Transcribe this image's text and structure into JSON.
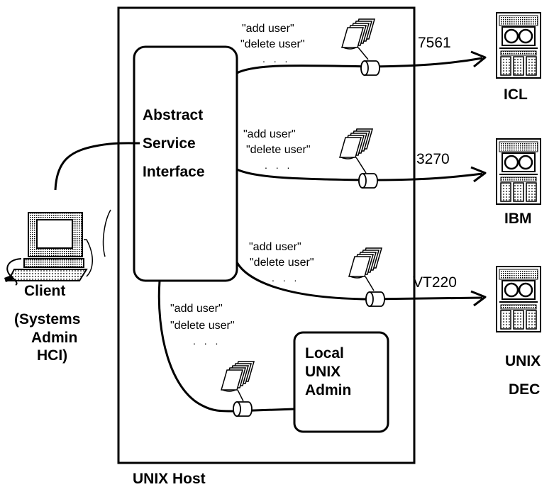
{
  "host": {
    "label": "UNIX Host"
  },
  "service_interface": {
    "line1": "Abstract",
    "line2": "Service",
    "line3": "Interface"
  },
  "client": {
    "line1": "Client",
    "line2": "(Systems",
    "line3": "Admin",
    "line4": "HCI)"
  },
  "local_admin": {
    "line1": "Local",
    "line2": "UNIX",
    "line3": "Admin"
  },
  "commands": {
    "add": "\"add user\"",
    "delete": "\"delete user\"",
    "more": ". . ."
  },
  "targets": [
    {
      "protocol": "7561",
      "name": "ICL"
    },
    {
      "protocol": "3270",
      "name": "IBM"
    },
    {
      "protocol": "VT220",
      "name": "UNIX",
      "name2": "DEC"
    }
  ]
}
